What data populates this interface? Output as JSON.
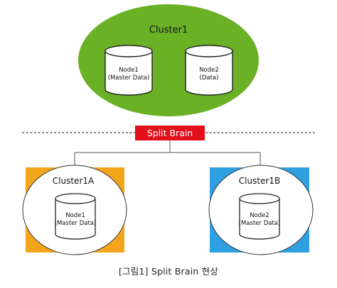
{
  "diagram": {
    "cluster_top": {
      "title": "Cluster1",
      "nodes": [
        {
          "line1": "Node1",
          "line2": "(Master Data)"
        },
        {
          "line1": "Node2",
          "line2": "(Data)"
        }
      ]
    },
    "split_label": "Split Brain",
    "cluster_left": {
      "title": "Cluster1A",
      "node": {
        "line1": "Node1",
        "line2": "(Master Data)"
      }
    },
    "cluster_right": {
      "title": "Cluster1B",
      "node": {
        "line1": "Node2",
        "line2": "(Master Data)"
      }
    },
    "caption": "[그림1] Split Brain  현상"
  },
  "colors": {
    "cluster_top": "#6ab126",
    "split_badge": "#e3101c",
    "cluster_left_box": "#f3a51b",
    "cluster_right_box": "#2e9fe0",
    "lines": "#555555"
  }
}
